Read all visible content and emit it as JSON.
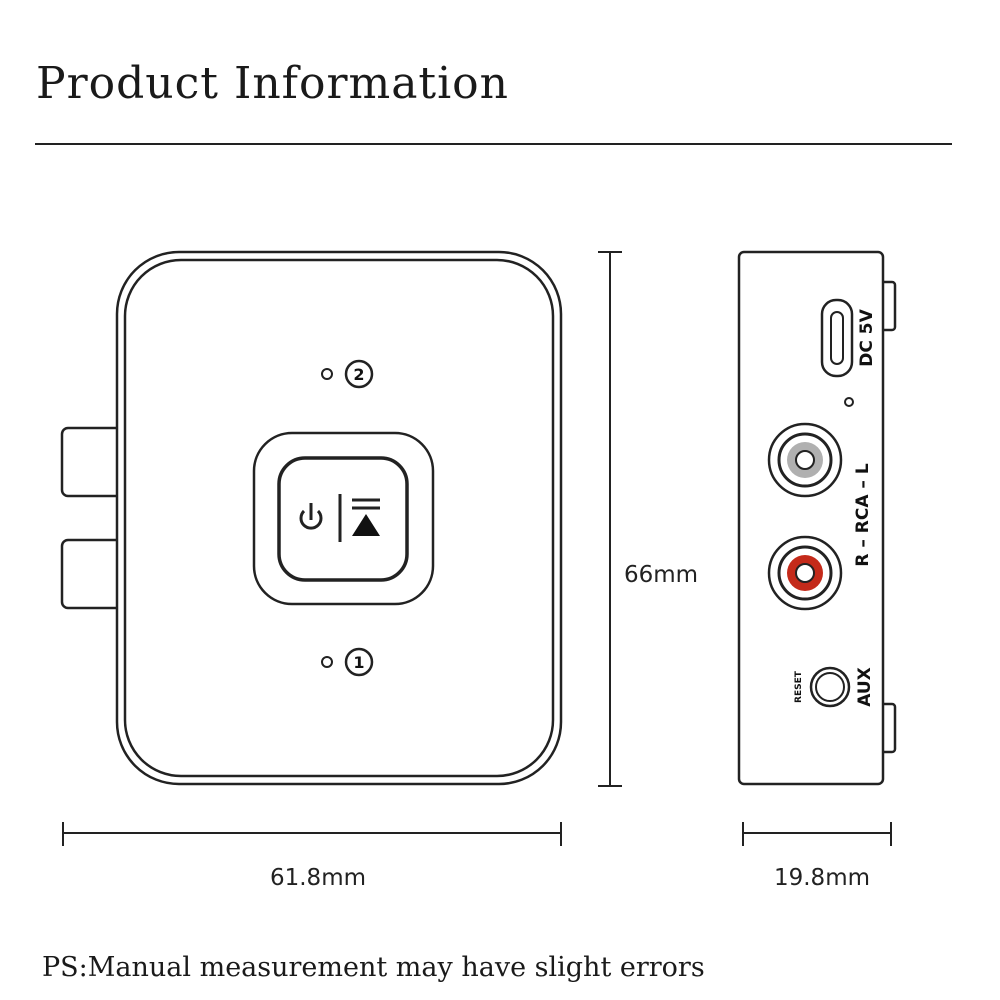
{
  "header": {
    "title": "Product Information"
  },
  "dimensions": {
    "height": "66mm",
    "width": "61.8mm",
    "depth": "19.8mm"
  },
  "front_panel": {
    "indicator_top": "2",
    "indicator_bottom": "1"
  },
  "side_panel": {
    "power_label": "DC 5V",
    "rca_label": "R – RCA – L",
    "aux_label": "AUX",
    "reset_label": "RESET"
  },
  "colors": {
    "line": "#222222",
    "rca_left": "#b0b0b0",
    "rca_right": "#c42a1a"
  },
  "footer": {
    "note": "PS:Manual measurement may have slight errors"
  }
}
